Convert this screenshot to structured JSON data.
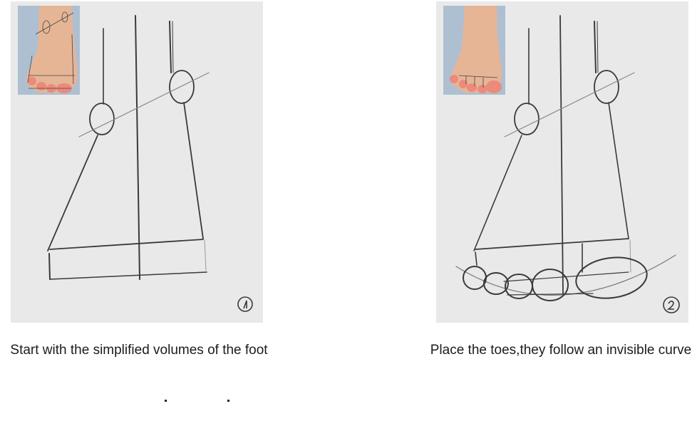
{
  "steps": [
    {
      "number": "1",
      "caption": "Start with the simplified volumes of the foot",
      "reference_photo": "foot-reference-photo-with-ankle-and-toe-guidelines"
    },
    {
      "number": "2",
      "caption": "Place the toes,they follow an invisible curve",
      "reference_photo": "foot-reference-photo-with-toe-outlines"
    }
  ],
  "colors": {
    "panel_background": "#e9e9e9",
    "pencil_stroke": "#3a3a3a",
    "caption_text": "#1c1c1c",
    "skin": "#e8b89a",
    "toe_tips": "#e9867a",
    "floor": "#aebfd1"
  },
  "decorations": {
    "dots": 2
  }
}
